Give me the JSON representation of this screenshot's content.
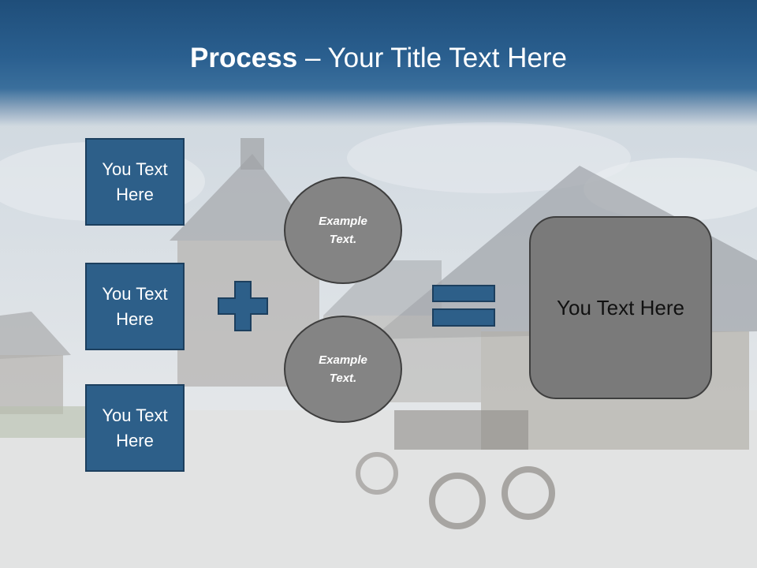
{
  "slide": {
    "title_bold": "Process",
    "title_sep": " – ",
    "title_rest": "Your Title Text Here",
    "left_boxes": [
      {
        "label": "You Text Here"
      },
      {
        "label": "You Text Here"
      },
      {
        "label": "You Text Here"
      }
    ],
    "circles": [
      {
        "label": "Example Text."
      },
      {
        "label": "Example Text."
      }
    ],
    "result_label": "You Text Here",
    "operators": {
      "plus_icon": "plus-icon",
      "equals_icon": "equals-icon"
    },
    "colors": {
      "header": "#1f4e7a",
      "box_fill": "#2d5f89",
      "box_border": "#1c3f5e",
      "circle_fill": "#848484",
      "result_fill": "#7a7a7a"
    }
  }
}
